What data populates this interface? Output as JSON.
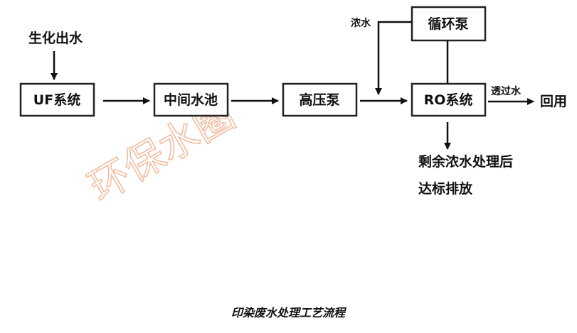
{
  "nodes": {
    "input": "生化出水",
    "uf": "UF系统",
    "tank": "中间水池",
    "hp_pump": "高压泵",
    "ro": "RO系统",
    "circ_pump": "循环泵",
    "output": "回用",
    "reject_line1": "剩余浓水处理后",
    "reject_line2": "达标排放"
  },
  "edge_labels": {
    "concentrate": "浓水",
    "permeate": "透过水"
  },
  "watermark": "环保水圈",
  "caption": "印染废水处理工艺流程"
}
